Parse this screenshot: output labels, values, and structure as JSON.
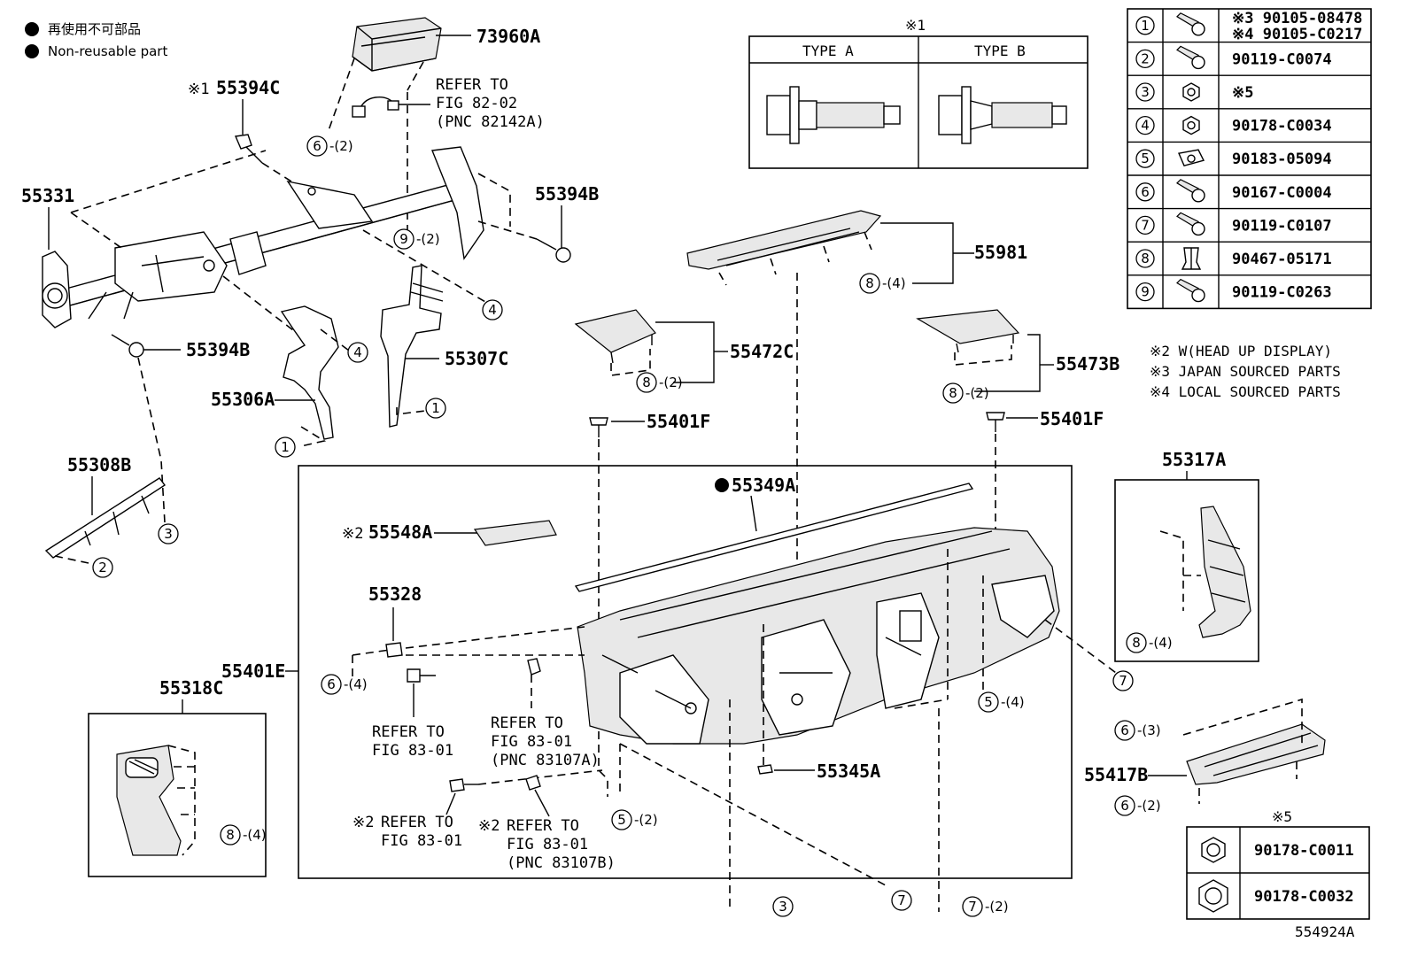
{
  "legend": {
    "jp_text": "再使用不可部品",
    "en_text": "Non-reusable part"
  },
  "notes": {
    "n2": "※2 W(HEAD UP DISPLAY)",
    "n3": "※3 JAPAN SOURCED PARTS",
    "n4": "※4 LOCAL SOURCED PARTS"
  },
  "type_table": {
    "mark": "※1",
    "type_a": "TYPE A",
    "type_b": "TYPE B"
  },
  "fastener_table": [
    {
      "num": "1",
      "part": "※3 90105-08478",
      "part2": "※4 90105-C0217",
      "icon": "bolt-icon"
    },
    {
      "num": "2",
      "part": "90119-C0074",
      "icon": "bolt-icon"
    },
    {
      "num": "3",
      "part": "※5",
      "icon": "nut-icon"
    },
    {
      "num": "4",
      "part": "90178-C0034",
      "icon": "nut-icon"
    },
    {
      "num": "5",
      "part": "90183-05094",
      "icon": "clip-nut-icon"
    },
    {
      "num": "6",
      "part": "90167-C0004",
      "icon": "screw-icon"
    },
    {
      "num": "7",
      "part": "90119-C0107",
      "icon": "bolt-icon"
    },
    {
      "num": "8",
      "part": "90467-05171",
      "icon": "clip-icon"
    },
    {
      "num": "9",
      "part": "90119-C0263",
      "icon": "bolt-icon"
    }
  ],
  "nut_table": {
    "mark": "※5",
    "rows": [
      {
        "part": "90178-C0011",
        "icon": "hex-nut-icon"
      },
      {
        "part": "90178-C0032",
        "icon": "hex-nut-icon"
      }
    ]
  },
  "labels": {
    "p73960A": "73960A",
    "p55394C": "55394C",
    "p55394C_mark": "※1",
    "refer_82": [
      "REFER TO",
      "FIG 82-02",
      "(PNC 82142A)"
    ],
    "p55331": "55331",
    "p55394B_top": "55394B",
    "p55394B_bot": "55394B",
    "p55307C": "55307C",
    "p55306A": "55306A",
    "p55308B": "55308B",
    "p55981": "55981",
    "p55472C": "55472C",
    "p55473B": "55473B",
    "p55401F_l": "55401F",
    "p55401F_r": "55401F",
    "p55349A": "55349A",
    "p55548A": "55548A",
    "p55548A_mark": "※2",
    "p55328": "55328",
    "p55401E": "55401E",
    "p55318C": "55318C",
    "p55317A": "55317A",
    "p55417B": "55417B",
    "p55345A": "55345A",
    "refer_83_a": [
      "REFER TO",
      "FIG 83-01"
    ],
    "refer_83_b": [
      "REFER TO",
      "FIG 83-01",
      "(PNC 83107A)"
    ],
    "refer_83_c": [
      "REFER TO",
      "FIG 83-01"
    ],
    "refer_83_c_mark": "※2",
    "refer_83_d": [
      "REFER TO",
      "FIG 83-01",
      "(PNC 83107B)"
    ],
    "refer_83_d_mark": "※2",
    "figure_id": "554924A"
  },
  "callouts": {
    "c6_top": {
      "num": "6",
      "qty": "-(2)"
    },
    "c9": {
      "num": "9",
      "qty": "-(2)"
    },
    "c4_r": {
      "num": "4",
      "qty": ""
    },
    "c4_m": {
      "num": "4",
      "qty": ""
    },
    "c1_a": {
      "num": "1",
      "qty": ""
    },
    "c1_b": {
      "num": "1",
      "qty": ""
    },
    "c3_l": {
      "num": "3",
      "qty": ""
    },
    "c2_l": {
      "num": "2",
      "qty": ""
    },
    "c8_981": {
      "num": "8",
      "qty": "-(4)"
    },
    "c8_472": {
      "num": "8",
      "qty": "-(2)"
    },
    "c8_473": {
      "num": "8",
      "qty": "-(2)"
    },
    "c6_328": {
      "num": "6",
      "qty": "-(4)"
    },
    "c5_r": {
      "num": "5",
      "qty": "-(4)"
    },
    "c5_b": {
      "num": "5",
      "qty": "-(2)"
    },
    "c7_r": {
      "num": "7",
      "qty": ""
    },
    "c7_b": {
      "num": "7",
      "qty": ""
    },
    "c7_b2": {
      "num": "7",
      "qty": "-(2)"
    },
    "c3_b": {
      "num": "3",
      "qty": ""
    },
    "c8_318": {
      "num": "8",
      "qty": "-(4)"
    },
    "c8_317": {
      "num": "8",
      "qty": "-(4)"
    },
    "c6_417a": {
      "num": "6",
      "qty": "-(3)"
    },
    "c6_417b": {
      "num": "6",
      "qty": "-(2)"
    }
  }
}
